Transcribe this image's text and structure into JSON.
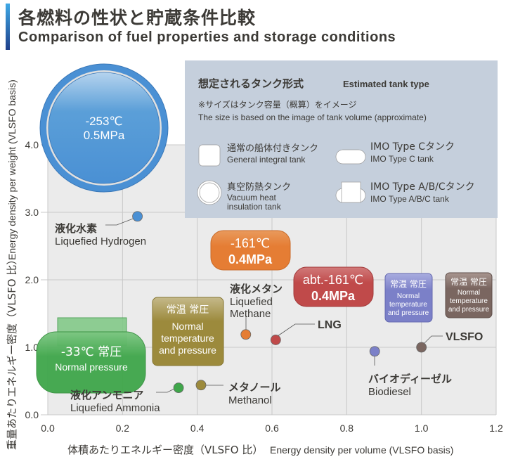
{
  "title": {
    "jp": "各燃料の性状と貯蔵条件比較",
    "en": "Comparison of fuel properties and storage conditions"
  },
  "legend": {
    "title_jp": "想定されるタンク形式",
    "title_en": "Estimated tank type",
    "note_jp": "※サイズはタンク容量（概算）をイメージ",
    "note_en": "The size is based on the image of tank volume (approximate)",
    "items": [
      {
        "jp": "通常の船体付きタンク",
        "en": "General integral tank"
      },
      {
        "jp": "IMO Type Cタンク",
        "en": "IMO Type C tank"
      },
      {
        "jp": "真空防熱タンク",
        "en1": "Vacuum heat",
        "en2": "insulation tank"
      },
      {
        "jp": "IMO Type A/B/Cタンク",
        "en": "IMO Type A/B/C tank"
      }
    ]
  },
  "tanks": {
    "hydrogen": {
      "l1": "-253℃",
      "l2": "0.5MPa"
    },
    "methane": {
      "l1": "-161℃",
      "l2": "0.4MPa"
    },
    "lng": {
      "l1": "abt.-161℃",
      "l2": "0.4MPa"
    },
    "ammonia": {
      "l1": "-33℃ 常圧",
      "l2": "Normal pressure"
    },
    "methanol": {
      "l1": "常温 常圧",
      "l2": "Normal",
      "l3": "temperature",
      "l4": "and pressure"
    },
    "biodiesel": {
      "l1": "常温 常圧",
      "l2": "Normal",
      "l3": "temperature",
      "l4": "and pressure"
    },
    "vlsfo": {
      "l1": "常温 常圧",
      "l2": "Normal",
      "l3": "temperature",
      "l4": "and pressure"
    }
  },
  "colors": {
    "hydrogen": "#4a90d4",
    "methane": "#e57d34",
    "lng": "#c04a4a",
    "ammonia": "#3fa64a",
    "methanol": "#9c8a3c",
    "biodiesel": "#7b80c8",
    "vlsfo": "#7a6660",
    "legend_bg": "#c5cfdc",
    "plot_bg": "#ebebeb"
  },
  "chart_data": {
    "type": "scatter",
    "title": "各燃料の性状と貯蔵条件比較",
    "xlabel": "体積あたりエネルギー密度（VLSFO 比） Energy density per volume (VLSFO basis)",
    "xlabel_jp": "体積あたりエネルギー密度（VLSFO 比）",
    "xlabel_en": "Energy density per volume (VLSFO basis)",
    "ylabel": "重量あたりエネルギー密度（VLSFO 比） Energy density per weight (VLSFO basis)",
    "ylabel_jp": "重量あたりエネルギー密度（VLSFO 比）",
    "ylabel_en": "Energy density per weight (VLSFO basis)",
    "xlim": [
      0,
      1.2
    ],
    "ylim": [
      0,
      4.0
    ],
    "xticks": [
      "0.0",
      "0.2",
      "0.4",
      "0.6",
      "0.8",
      "1.0",
      "1.2"
    ],
    "yticks": [
      "0.0",
      "1.0",
      "2.0",
      "3.0",
      "4.0"
    ],
    "grid": true,
    "points": [
      {
        "key": "hydrogen",
        "jp": "液化水素",
        "en": "Liquefied Hydrogen",
        "x": 0.24,
        "y": 2.94
      },
      {
        "key": "ammonia",
        "jp": "液化アンモニア",
        "en": "Liquefied Ammonia",
        "x": 0.35,
        "y": 0.4
      },
      {
        "key": "methanol",
        "jp": "メタノール",
        "en": "Methanol",
        "x": 0.41,
        "y": 0.44
      },
      {
        "key": "methane",
        "jp": "液化メタン",
        "en": "Liquefied Methane",
        "en1": "Liquefied",
        "en2": "Methane",
        "x": 0.53,
        "y": 1.19
      },
      {
        "key": "lng",
        "jp": "LNG",
        "x": 0.61,
        "y": 1.11
      },
      {
        "key": "biodiesel",
        "jp": "バイオディーゼル",
        "en": "Biodiesel",
        "x": 0.875,
        "y": 0.94
      },
      {
        "key": "vlsfo",
        "jp": "VLSFO",
        "x": 1.0,
        "y": 1.0
      }
    ]
  }
}
